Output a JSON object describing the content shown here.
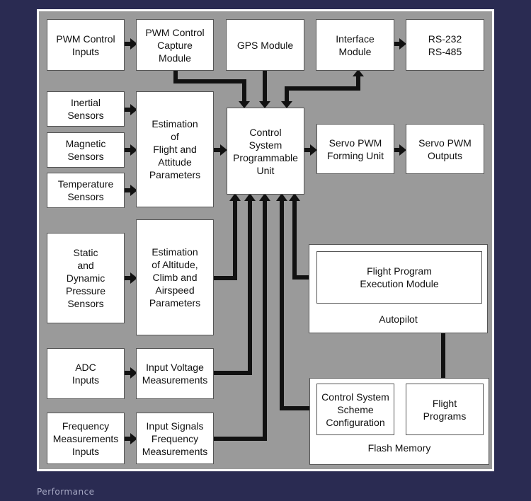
{
  "blocks": {
    "pwm_inputs": "PWM Control\nInputs",
    "pwm_capture": "PWM Control\nCapture\nModule",
    "gps": "GPS Module",
    "interface": "Interface\nModule",
    "rs": "RS-232\nRS-485",
    "inertial": "Inertial\nSensors",
    "magnetic": "Magnetic\nSensors",
    "temperature": "Temperature\nSensors",
    "est_flight": "Estimation\nof\nFlight and\nAttitude\nParameters",
    "control_unit": "Control\nSystem\nProgrammable\nUnit",
    "servo_forming": "Servo PWM\nForming Unit",
    "servo_outputs": "Servo PWM\nOutputs",
    "pressure_sensors": "Static\nand\nDynamic\nPressure\nSensors",
    "est_altitude": "Estimation\nof Altitude,\nClimb and\nAirspeed\nParameters",
    "adc": "ADC\nInputs",
    "input_voltage": "Input Voltage\nMeasurements",
    "freq_inputs": "Frequency\nMeasurements\nInputs",
    "input_signals": "Input Signals\nFrequency\nMeasurements",
    "flight_exec": "Flight Program\nExecution Module",
    "cs_config": "Control System\nScheme\nConfiguration",
    "flight_programs": "Flight\nPrograms"
  },
  "containers": {
    "autopilot": "Autopilot",
    "flash_memory": "Flash Memory"
  },
  "caption": "Performance",
  "colors": {
    "page_background": "#2a2b52",
    "diagram_background": "#9a9a9a",
    "frame": "#ffffff",
    "block_fill": "#ffffff",
    "arrow": "#111111"
  }
}
